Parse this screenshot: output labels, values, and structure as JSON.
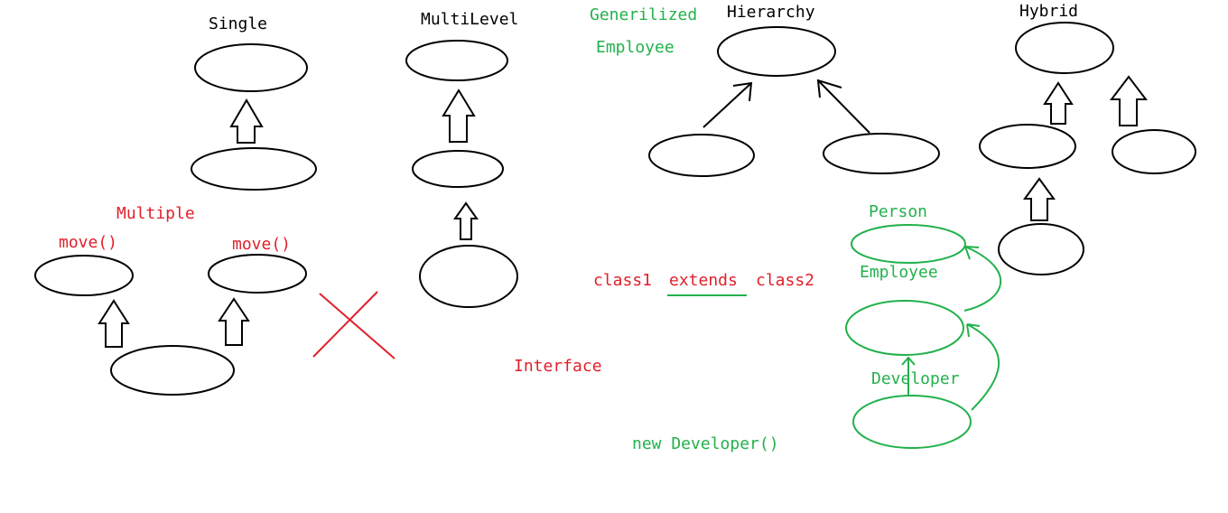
{
  "colors": {
    "ink": "#000000",
    "red": "#e0202a",
    "green": "#22b14c"
  },
  "labels": {
    "single": "Single",
    "multilevel": "MultiLevel",
    "generalized": "Generilized",
    "hierarchy": "Hierarchy",
    "hybrid": "Hybrid",
    "employee_top": "Employee",
    "multiple": "Multiple",
    "move_left": "move()",
    "move_right": "move()",
    "person": "Person",
    "employee_mid": "Employee",
    "class_expr_a": "class1",
    "class_expr_b": "extends",
    "class_expr_c": "class2",
    "interface": "Interface",
    "developer": "Developer",
    "new_developer": "new Developer()"
  }
}
